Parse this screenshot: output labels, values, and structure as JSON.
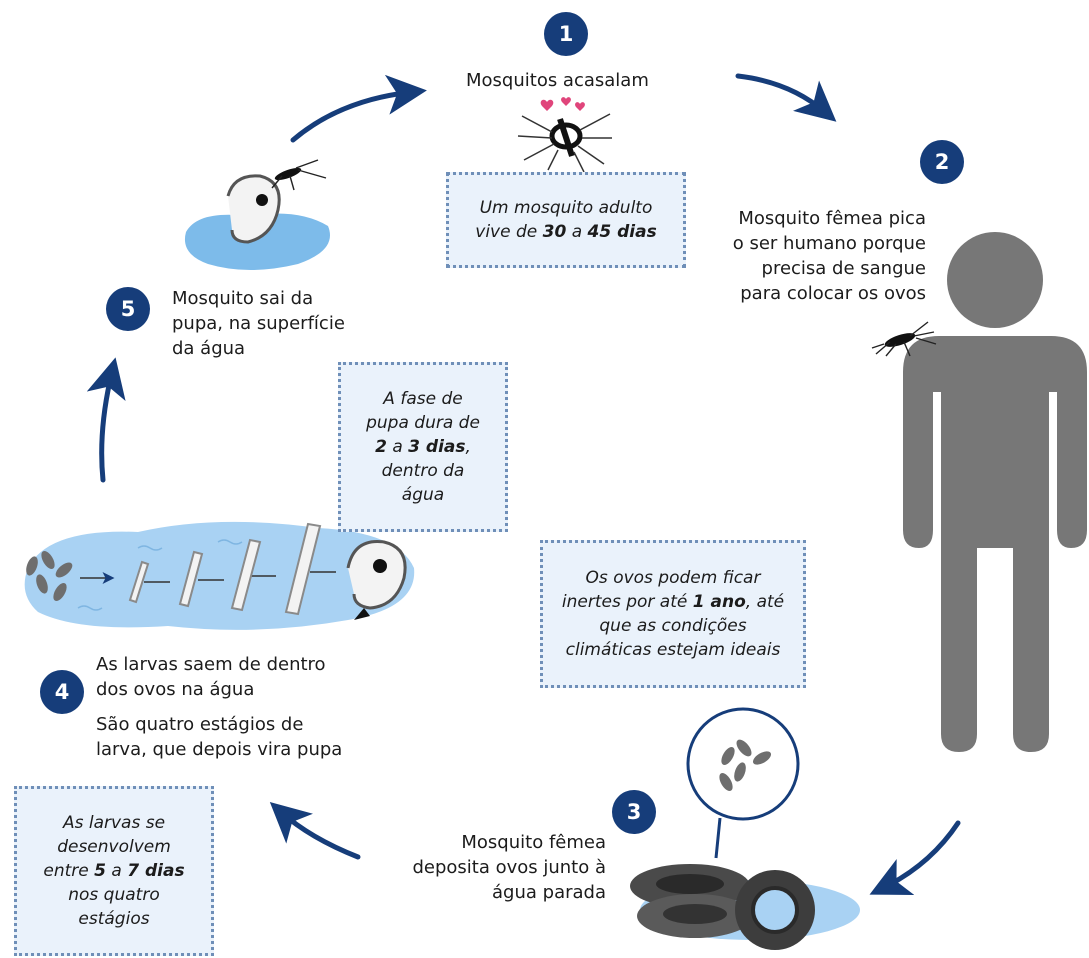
{
  "colors": {
    "accent": "#163d7a",
    "human": "#777777",
    "water": "#a9d2f3",
    "info_bg": "#eaf2fb",
    "info_border": "#6f8fb8"
  },
  "steps": [
    {
      "number": "1",
      "label": "Mosquitos acasalam"
    },
    {
      "number": "2",
      "label_lines": [
        "Mosquito fêmea pica",
        "o ser humano porque",
        "precisa de sangue",
        "para colocar os ovos"
      ]
    },
    {
      "number": "3",
      "label_lines": [
        "Mosquito fêmea",
        "deposita ovos junto à",
        "água parada"
      ]
    },
    {
      "number": "4",
      "label_lines": [
        "As larvas saem de dentro",
        "dos ovos na água"
      ],
      "sublabel_lines": [
        "São  quatro estágios de",
        "larva, que depois vira pupa"
      ]
    },
    {
      "number": "5",
      "label_lines": [
        "Mosquito sai da",
        "pupa, na superfície",
        "da água"
      ]
    }
  ],
  "info_boxes": {
    "adult": {
      "l1": "Um mosquito adulto",
      "l2a": "vive de ",
      "b1": "30",
      "l2b": " a ",
      "b2": "45 dias"
    },
    "pupa": {
      "l1": "A fase de",
      "l2": "pupa dura de",
      "b1": "2",
      "l3a": " a ",
      "b2": "3 dias",
      "l3b": ",",
      "l4": "dentro da",
      "l5": "água"
    },
    "eggs": {
      "l1": "Os ovos  podem ficar",
      "l2a": "inertes por até ",
      "b1": "1 ano",
      "l2b": ", até",
      "l3": "que as condições",
      "l4": "climáticas estejam ideais"
    },
    "larvae": {
      "l1": "As larvas se",
      "l2": "desenvolvem",
      "l3a": "entre ",
      "b1": "5",
      "l3b": " a ",
      "b2": "7 dias",
      "l4": "nos quatro",
      "l5": "estágios"
    }
  },
  "icons": [
    "mosquito-icon",
    "heart-icon",
    "human-silhouette-icon",
    "tire-icon",
    "egg-icon",
    "larva-icon",
    "pupa-icon",
    "water-puddle-icon",
    "cycle-arrow-icon"
  ]
}
